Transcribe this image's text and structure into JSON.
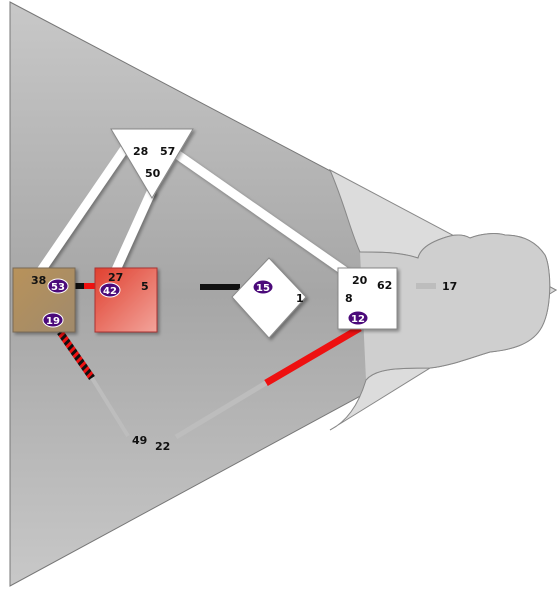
{
  "colors": {
    "badge": "#4b0a7a",
    "link": "#ffffff",
    "link_red": "#ee1111",
    "link_black": "#111111",
    "node_tan": "#b08f5e",
    "node_red": "#e45a4a",
    "node_white": "#ffffff"
  },
  "nodes": {
    "triangle": {
      "labels": [
        "28",
        "57",
        "50"
      ]
    },
    "tan_square": {
      "labels": [
        "38"
      ],
      "badges": [
        "53",
        "19"
      ]
    },
    "red_square": {
      "labels": [
        "27",
        "5"
      ],
      "badges": [
        "42"
      ]
    },
    "diamond": {
      "labels": [
        "1"
      ],
      "badges": [
        "15"
      ]
    },
    "white_square": {
      "labels": [
        "20",
        "62",
        "8"
      ],
      "badges": [
        "12"
      ]
    },
    "endpoints": {
      "label_49": "49",
      "label_22": "22",
      "label_17": "17"
    }
  }
}
